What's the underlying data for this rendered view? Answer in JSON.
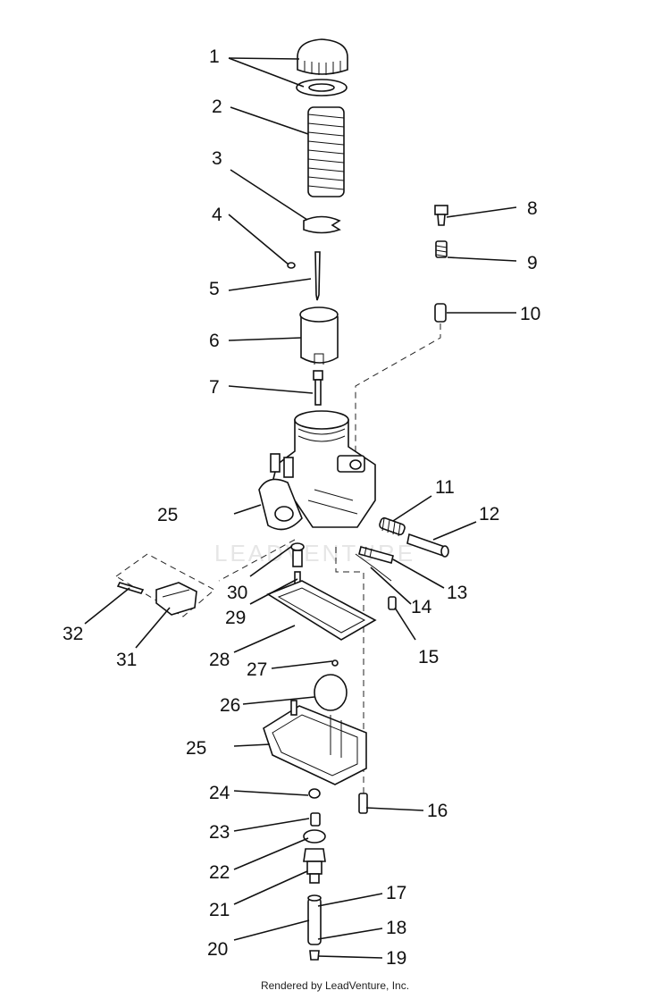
{
  "watermark": "LEADVENTURE",
  "footer": "Rendered by LeadVenture, Inc.",
  "callouts": {
    "c1": "1",
    "c2": "2",
    "c3": "3",
    "c4": "4",
    "c5": "5",
    "c6": "6",
    "c7": "7",
    "c8": "8",
    "c9": "9",
    "c10": "10",
    "c11": "11",
    "c12": "12",
    "c13": "13",
    "c14": "14",
    "c15": "15",
    "c16": "16",
    "c17": "17",
    "c18": "18",
    "c19": "19",
    "c20": "20",
    "c21": "21",
    "c22": "22",
    "c23": "23",
    "c24": "24",
    "c25a": "25",
    "c25b": "25",
    "c26": "26",
    "c27": "27",
    "c28": "28",
    "c29": "29",
    "c30": "30",
    "c31": "31",
    "c32": "32"
  }
}
